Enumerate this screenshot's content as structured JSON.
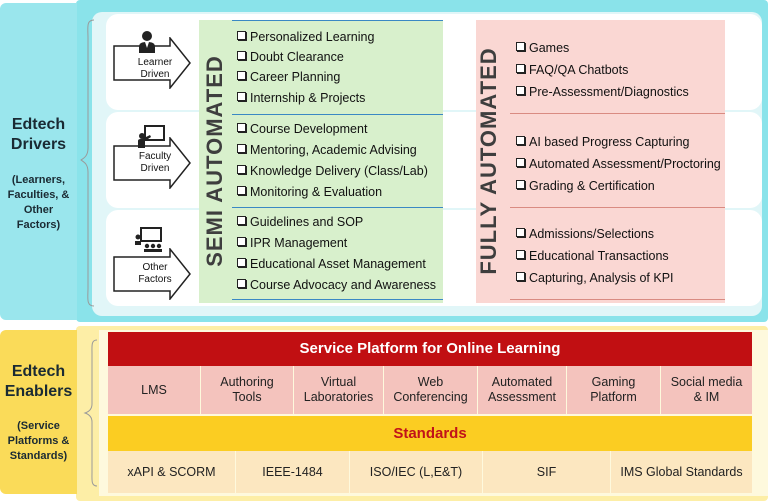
{
  "drivers": {
    "title": [
      "Edtech",
      "Drivers"
    ],
    "subtitle": [
      "(Learners,",
      "Faculties, &",
      "Other",
      "Factors)"
    ],
    "rows": [
      {
        "label": [
          "Learner",
          "Driven"
        ],
        "icon": "learner-person-icon"
      },
      {
        "label": [
          "Faculty",
          "Driven"
        ],
        "icon": "faculty-board-icon"
      },
      {
        "label": [
          "Other",
          "Factors"
        ],
        "icon": "group-board-icon"
      }
    ]
  },
  "semi_automated": {
    "title": "SEMI AUTOMATED",
    "groups": [
      [
        "Personalized Learning",
        "Doubt Clearance",
        "Career Planning",
        "Internship & Projects"
      ],
      [
        "Course Development",
        "Mentoring, Academic Advising",
        "Knowledge Delivery (Class/Lab)",
        "Monitoring & Evaluation"
      ],
      [
        "Guidelines and SOP",
        "IPR Management",
        "Educational Asset Management",
        "Course Advocacy and Awareness"
      ]
    ]
  },
  "fully_automated": {
    "title": "FULLY AUTOMATED",
    "groups": [
      [
        "Games",
        "FAQ/QA Chatbots",
        "Pre-Assessment/Diagnostics"
      ],
      [
        "AI based Progress Capturing",
        "Automated Assessment/Proctoring",
        "Grading & Certification"
      ],
      [
        "Admissions/Selections",
        "Educational Transactions",
        "Capturing, Analysis of KPI"
      ]
    ]
  },
  "enablers": {
    "title": [
      "Edtech",
      "Enablers"
    ],
    "subtitle": [
      "(Service",
      "Platforms &",
      "Standards)"
    ]
  },
  "service_platform": {
    "title": "Service Platform for Online Learning",
    "items": [
      [
        "LMS"
      ],
      [
        "Authoring",
        "Tools"
      ],
      [
        "Virtual",
        "Laboratories"
      ],
      [
        "Web",
        "Conferencing"
      ],
      [
        "Automated",
        "Assessment"
      ],
      [
        "Gaming",
        "Platform"
      ],
      [
        "Social media",
        "& IM"
      ]
    ]
  },
  "standards": {
    "title": "Standards",
    "items": [
      "xAPI & SCORM",
      "IEEE-1484",
      "ISO/IEC (L,E&T)",
      "SIF",
      "IMS Global Standards"
    ]
  },
  "colors": {
    "drivers_bg": "#9ae6ed",
    "semi_bg": "#d8f0cc",
    "fully_bg": "#fad7d3",
    "enablers_bg": "#fadb59",
    "platform_bar": "#c10f12",
    "standards_bar": "#fbcd22"
  }
}
